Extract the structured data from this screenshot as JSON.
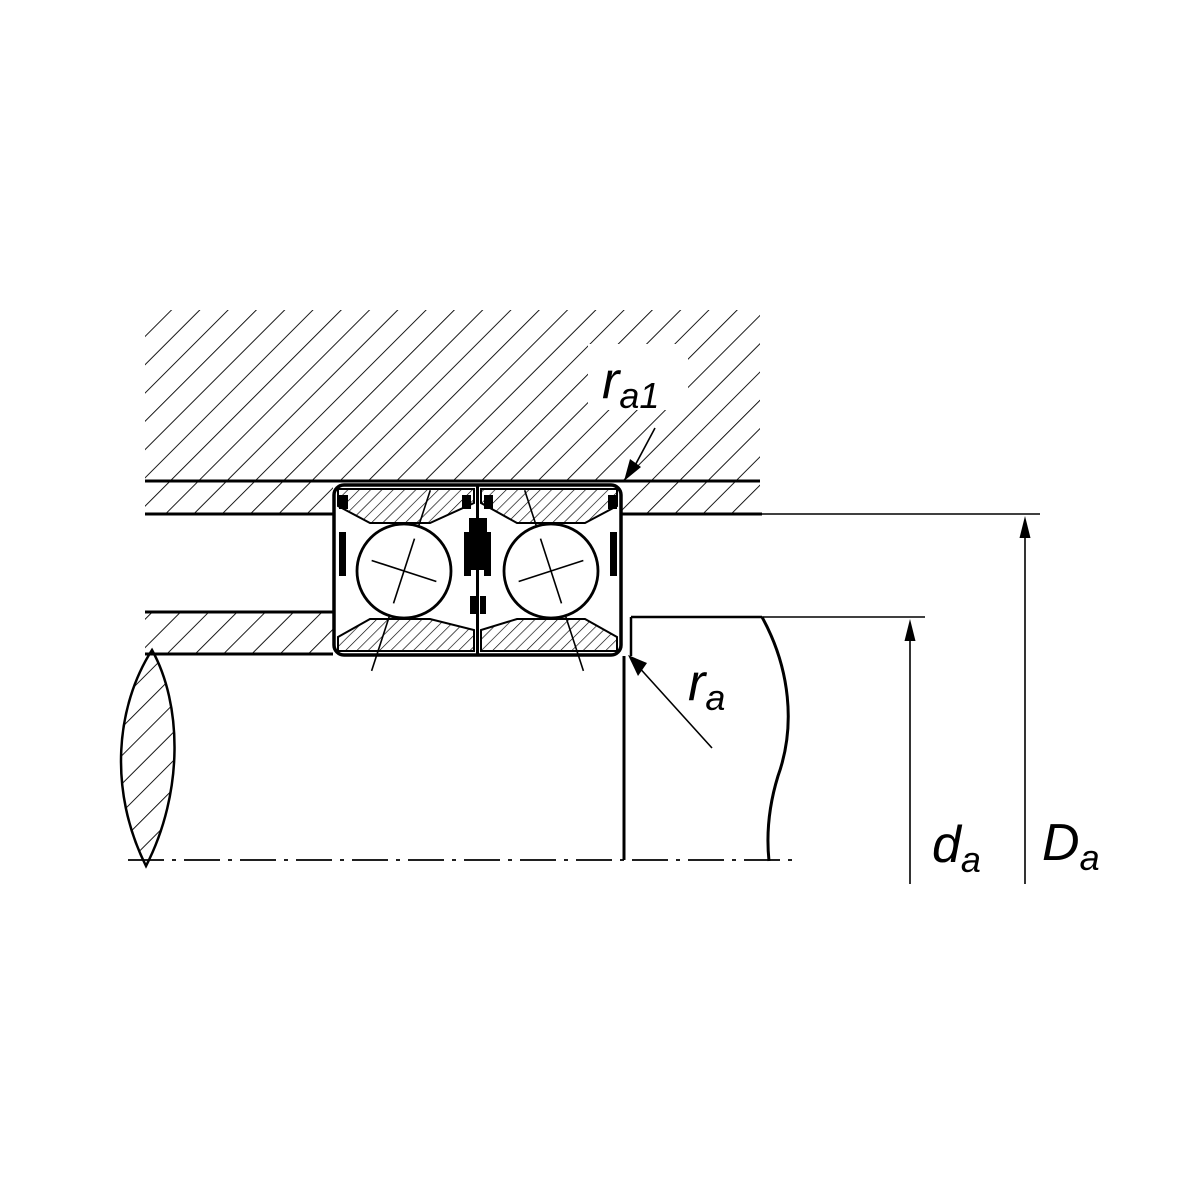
{
  "labels": {
    "ra1": {
      "main": "r",
      "sub": "a1"
    },
    "ra": {
      "main": "r",
      "sub": "a"
    },
    "da": {
      "main": "d",
      "sub": "a"
    },
    "Da": {
      "main": "D",
      "sub": "a"
    }
  },
  "colors": {
    "ink": "#000000",
    "background": "#ffffff"
  }
}
